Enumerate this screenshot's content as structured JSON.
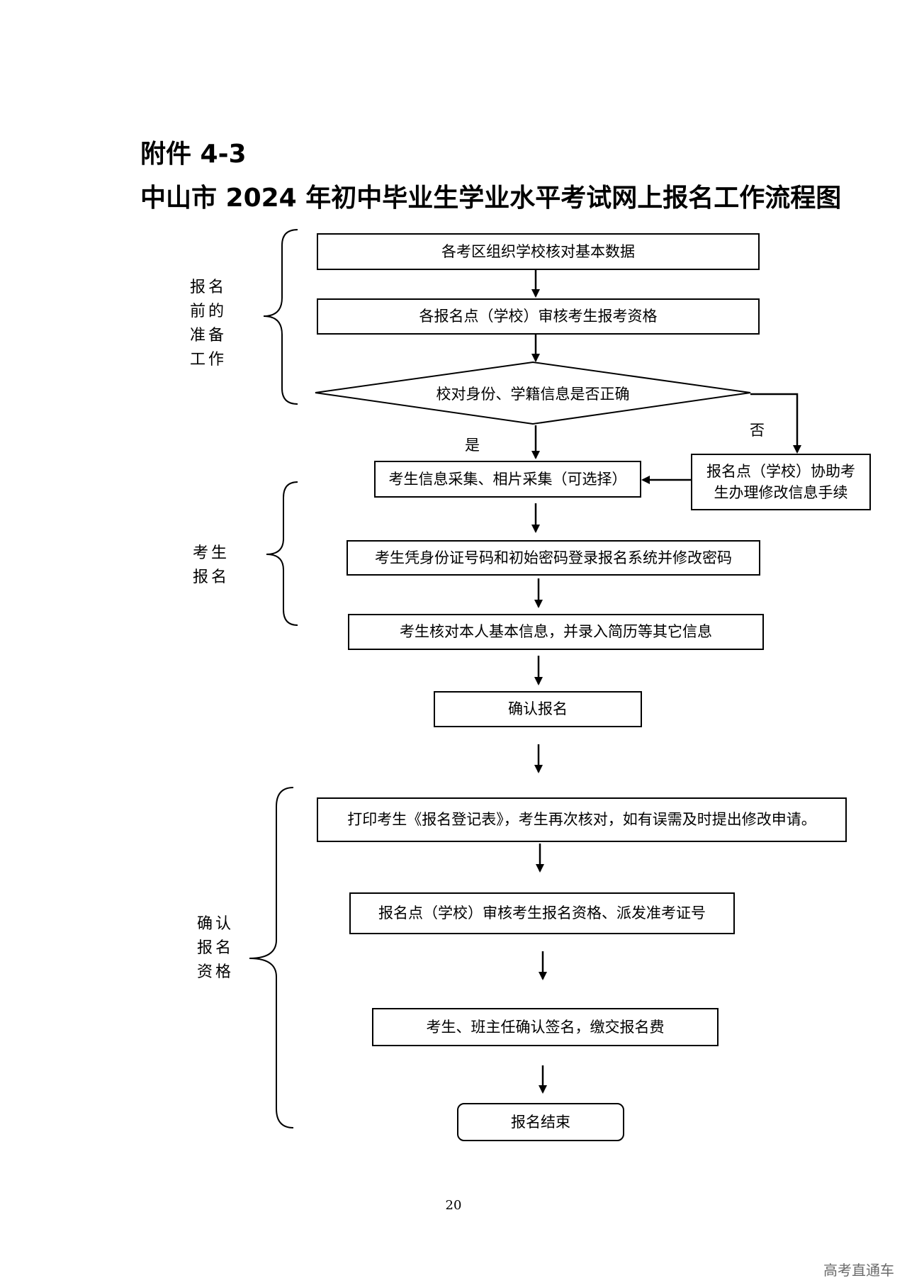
{
  "header": {
    "attachment": "附件 4-3",
    "title": "中山市 2024 年初中毕业生学业水平考试网上报名工作流程图"
  },
  "sections": {
    "prep": [
      "报名",
      "前的",
      "准备",
      "工作"
    ],
    "register": [
      "考生",
      "报名"
    ],
    "confirm": [
      "确认",
      "报名",
      "资格"
    ]
  },
  "steps": {
    "verify_data": "各考区组织学校核对基本数据",
    "review_qualification": "各报名点（学校）审核考生报考资格",
    "decision": "校对身份、学籍信息是否正确",
    "yes_label": "是",
    "no_label": "否",
    "assist_line1": "报名点（学校）协助考",
    "assist_line2": "生办理修改信息手续",
    "collect_info": "考生信息采集、相片采集（可选择）",
    "login": "考生凭身份证号码和初始密码登录报名系统并修改密码",
    "check_info": "考生核对本人基本信息，并录入简历等其它信息",
    "confirm_registration": "确认报名",
    "print_form": "打印考生《报名登记表》，考生再次核对，如有误需及时提出修改申请。",
    "review_issue": "报名点（学校）审核考生报名资格、派发准考证号",
    "sign_pay": "考生、班主任确认签名，缴交报名费",
    "end": "报名结束"
  },
  "footer": {
    "page_number": "20",
    "watermark": "高考直通车"
  }
}
